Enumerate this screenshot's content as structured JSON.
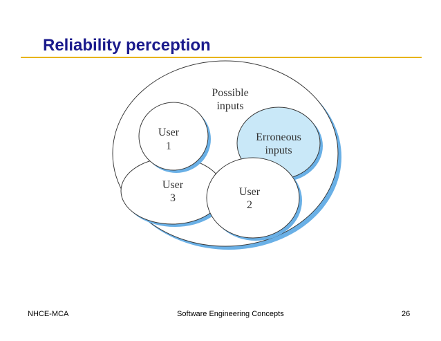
{
  "slide": {
    "title": "Reliability perception"
  },
  "diagram": {
    "possible_inputs": [
      "Possible",
      "inputs"
    ],
    "erroneous_inputs": [
      "Erroneous",
      "inputs"
    ],
    "user1": [
      "User",
      "1"
    ],
    "user2": [
      "User",
      "2"
    ],
    "user3": [
      "User",
      "3"
    ]
  },
  "colors": {
    "title": "#1a1a8c",
    "rule": "#e8b400",
    "ring_shadow": "#6ab0e6",
    "erroneous_fill": "#c9e8f8"
  },
  "footer": {
    "left": "NHCE-MCA",
    "center": "Software Engineering Concepts",
    "page_number": "26"
  }
}
